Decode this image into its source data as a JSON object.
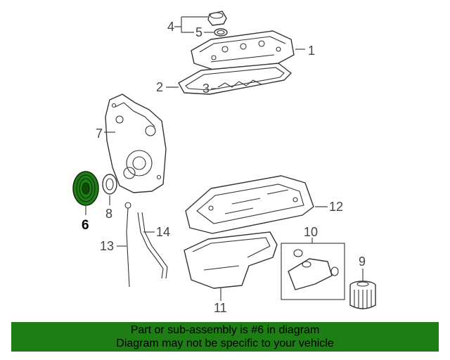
{
  "diagram": {
    "highlight_color": "#1e7d14",
    "highlighted_part": "6",
    "callouts": [
      {
        "id": "c1",
        "label": "1"
      },
      {
        "id": "c2",
        "label": "2"
      },
      {
        "id": "c3",
        "label": "3"
      },
      {
        "id": "c4",
        "label": "4"
      },
      {
        "id": "c5",
        "label": "5"
      },
      {
        "id": "c6",
        "label": "6"
      },
      {
        "id": "c7",
        "label": "7"
      },
      {
        "id": "c8",
        "label": "8"
      },
      {
        "id": "c9",
        "label": "9"
      },
      {
        "id": "c10",
        "label": "10"
      },
      {
        "id": "c11",
        "label": "11"
      },
      {
        "id": "c12",
        "label": "12"
      },
      {
        "id": "c13",
        "label": "13"
      },
      {
        "id": "c14",
        "label": "14"
      }
    ]
  },
  "banner": {
    "line1": "Part or sub-assembly is #6 in diagram",
    "line2": "Diagram may not be specific to your vehicle",
    "background": "#1e7d14"
  }
}
